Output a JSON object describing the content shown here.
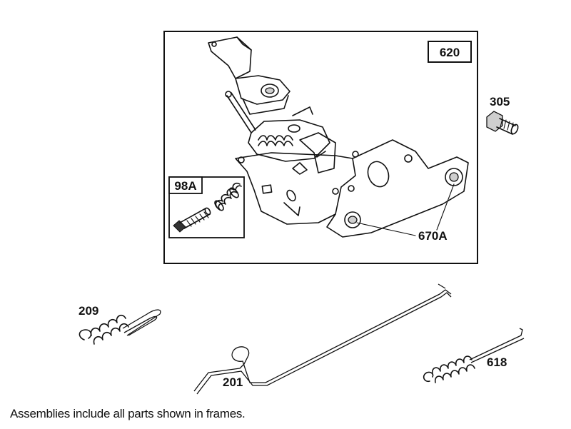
{
  "labels": {
    "assembly_main": "620",
    "kit": "98A",
    "screw": "305",
    "bushing": "670A",
    "spring_209": "209",
    "link_201": "201",
    "spring_618": "618"
  },
  "footnote": "Assemblies include all parts shown in frames."
}
